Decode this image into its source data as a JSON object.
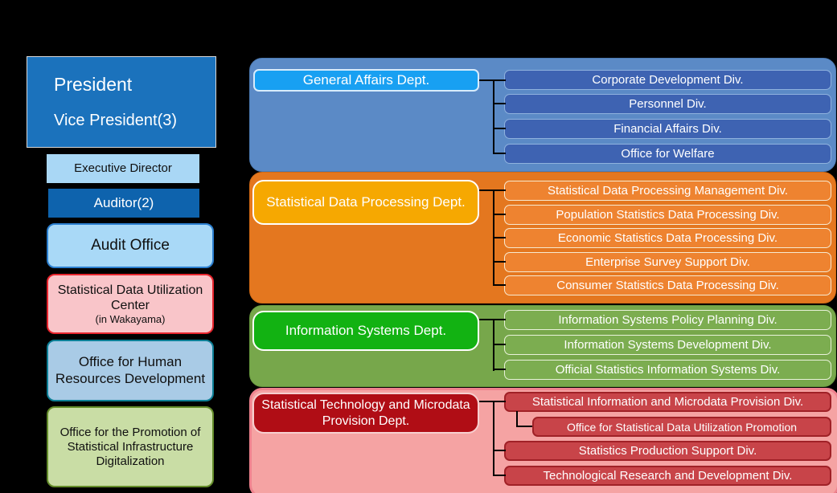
{
  "left_column": {
    "president": {
      "title": "President",
      "subtitle": "Vice President(3)"
    },
    "executive_director": "Executive Director",
    "auditor": "Auditor(2)",
    "audit_office": "Audit Office",
    "sdu_center": {
      "title": "Statistical Data Utilization Center",
      "subtitle": "(in Wakayama)"
    },
    "hr_office": "Office for Human Resources Development",
    "digitalization_office": "Office for the Promotion of Statistical Infrastructure Digitalization"
  },
  "departments": [
    {
      "name": "General Affairs Dept.",
      "dept_color": "#18a0f2",
      "group_color": "#5b8ac6",
      "division_color": "#3e63b2",
      "divisions": [
        "Corporate Development Div.",
        "Personnel Div.",
        "Financial Affairs Div.",
        "Office for Welfare"
      ]
    },
    {
      "name": "Statistical Data Processing Dept.",
      "dept_color": "#f6a801",
      "group_color": "#e4771f",
      "division_color": "#ee8330",
      "divisions": [
        "Statistical Data Processing Management Div.",
        "Population Statistics Data Processing Div.",
        "Economic Statistics Data Processing Div.",
        "Enterprise Survey Support Div.",
        "Consumer Statistics Data Processing Div."
      ]
    },
    {
      "name": "Information Systems Dept.",
      "dept_color": "#12b212",
      "group_color": "#77a74b",
      "division_color": "#7cad50",
      "divisions": [
        "Information Systems Policy Planning Div.",
        "Information Systems Development Div.",
        "Official Statistics Information Systems Div."
      ]
    },
    {
      "name": "Statistical Technology and Microdata Provision Dept.",
      "dept_color": "#b00d15",
      "group_color": "#f5a3a3",
      "division_color": "#c84449",
      "divisions": [
        "Statistical Information and Microdata Provision Div.",
        "Office for Statistical Data Utilization Promotion",
        "Statistics Production Support Div.",
        "Technological Research and Development Div."
      ]
    }
  ]
}
